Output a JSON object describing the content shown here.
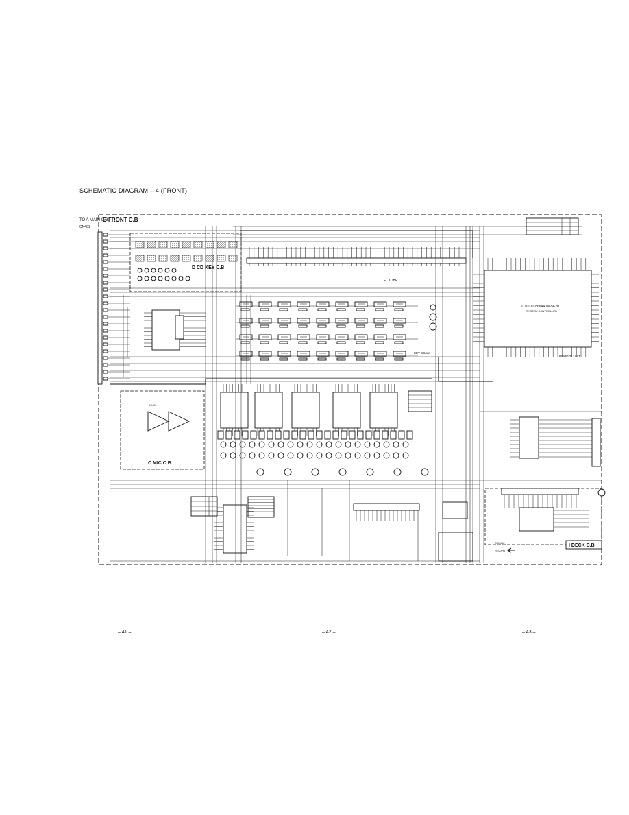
{
  "page": {
    "title": "SCHEMATIC DIAGRAM – 4 (FRONT)",
    "page_numbers": [
      "– 41 –",
      "– 42 –",
      "– 43 –"
    ]
  },
  "boards": {
    "front": "B FRONT C.B",
    "cd_key": "D CD KEY C.B",
    "mic": "C MIC C.B",
    "deck": "I DECK C.B"
  },
  "connector": {
    "to_main": "TO A MAIN C.B",
    "cn_label": "CN401"
  },
  "ic_labels": {
    "controller": "IC701  LC866440W-5E20",
    "controller_sub": "SYSTEM CONTROLLER",
    "fl_tube": "FL TUBE",
    "remote": "REMOTE UNIT",
    "key_scan": "KEY SCAN",
    "mic_ic": "IC451"
  },
  "legend": {
    "signal": "SIGNAL",
    "rec_pb": "REC/PB"
  }
}
